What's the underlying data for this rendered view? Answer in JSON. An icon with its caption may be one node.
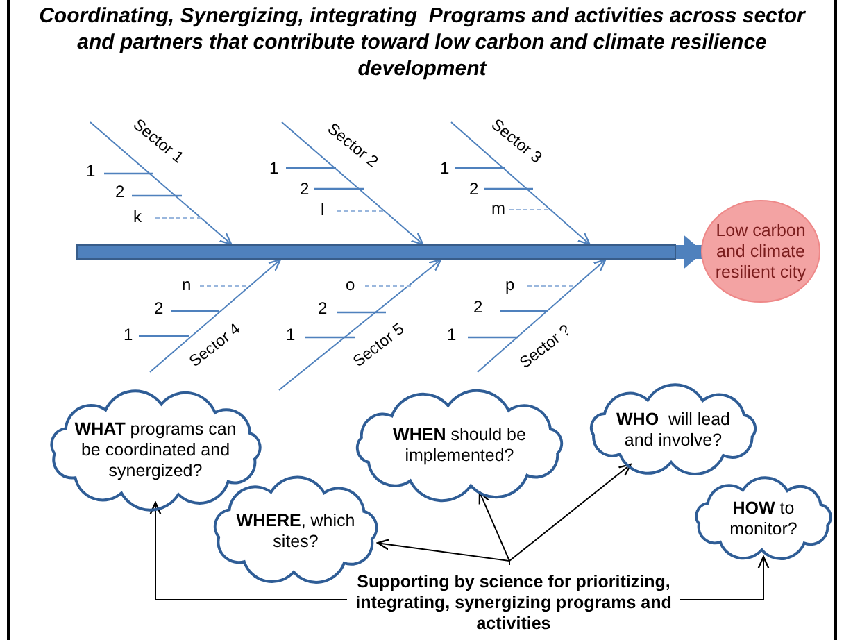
{
  "diagram": {
    "title": "Coordinating, Synergizing, integrating  Programs and activities across sector and partners that contribute toward low carbon and climate resilience development",
    "nodes": [
      {
        "text": [],
        "shape": "bar"
      },
      {
        "text": [
          "Low carbon and climate resilient city"
        ]
      },
      {
        "text": [
          "**WHAT** programs can be coordinated and synergized?"
        ]
      },
      {
        "text": [
          "**WHEN** should be implemented?"
        ]
      },
      {
        "text": [
          "**WHO**  will lead and involve?"
        ]
      },
      {
        "text": [
          "**WHERE**, which sites?"
        ]
      },
      {
        "text": [
          "**HOW** to monitor?"
        ]
      },
      {
        "text": [
          "Supporting by science for prioritizing, integrating, synergizing programs and activities"
        ]
      }
    ],
    "edges": [
      {
        "from": 0,
        "to": 1,
        "arrow": "to",
        "style": "thick",
        "color": "#4f81bd"
      },
      {
        "from": null,
        "to": 0,
        "arrow": "to",
        "label": "Sector 1",
        "color": "#4f81bd"
      },
      {
        "from": null,
        "to": 0,
        "arrow": "to",
        "label": "Sector 2",
        "color": "#4f81bd"
      },
      {
        "from": null,
        "to": 0,
        "arrow": "to",
        "label": "Sector 3",
        "color": "#4f81bd"
      },
      {
        "from": null,
        "to": 0,
        "arrow": "to",
        "label": "Sector 4",
        "color": "#4f81bd"
      },
      {
        "from": null,
        "to": 0,
        "arrow": "to",
        "label": "Sector 5",
        "color": "#4f81bd"
      },
      {
        "from": null,
        "to": 0,
        "arrow": "to",
        "label": "Sector ?",
        "color": "#4f81bd"
      },
      {
        "from": 7,
        "to": 2,
        "arrow": "to",
        "color": "#000000"
      },
      {
        "from": 7,
        "to": 5,
        "arrow": "to",
        "color": "#000000"
      },
      {
        "from": 7,
        "to": 3,
        "arrow": "to",
        "color": "#000000"
      },
      {
        "from": 7,
        "to": 4,
        "arrow": "to",
        "color": "#000000"
      },
      {
        "from": 7,
        "to": 6,
        "arrow": "to",
        "color": "#000000"
      }
    ],
    "labels": [
      "1",
      "2",
      "k",
      "1",
      "2",
      "l",
      "1",
      "2",
      "m",
      "n",
      "2",
      "1",
      "o",
      "2",
      "1",
      "p",
      "2",
      "1"
    ]
  }
}
